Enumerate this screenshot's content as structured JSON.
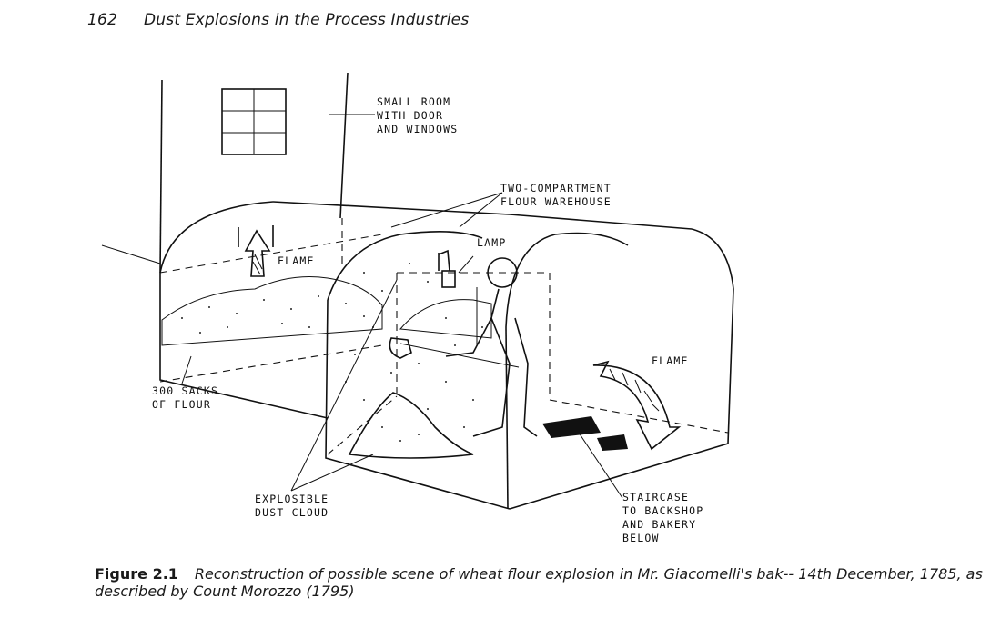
{
  "header": {
    "page_number": "162",
    "running_title": "Dust Explosions in the Process Industries"
  },
  "figure": {
    "labels": {
      "small_room": "SMALL ROOM\nWITH DOOR\nAND WINDOWS",
      "warehouse": "TWO-COMPARTMENT\nFLOUR WAREHOUSE",
      "lamp": "LAMP",
      "flame_left": "FLAME",
      "flame_right": "FLAME",
      "sacks": "300 SACKS\nOF FLOUR",
      "dust_cloud": "EXPLOSIBLE\nDUST CLOUD",
      "staircase": "STAIRCASE\nTO BACKSHOP\nAND BAKERY\nBELOW"
    }
  },
  "caption": {
    "figure_number": "Figure 2.1",
    "text": "Reconstruction of possible scene of wheat flour explosion in Mr. Giacomelli's bak-- 14th December, 1785, as described by Count Morozzo (1795)"
  }
}
